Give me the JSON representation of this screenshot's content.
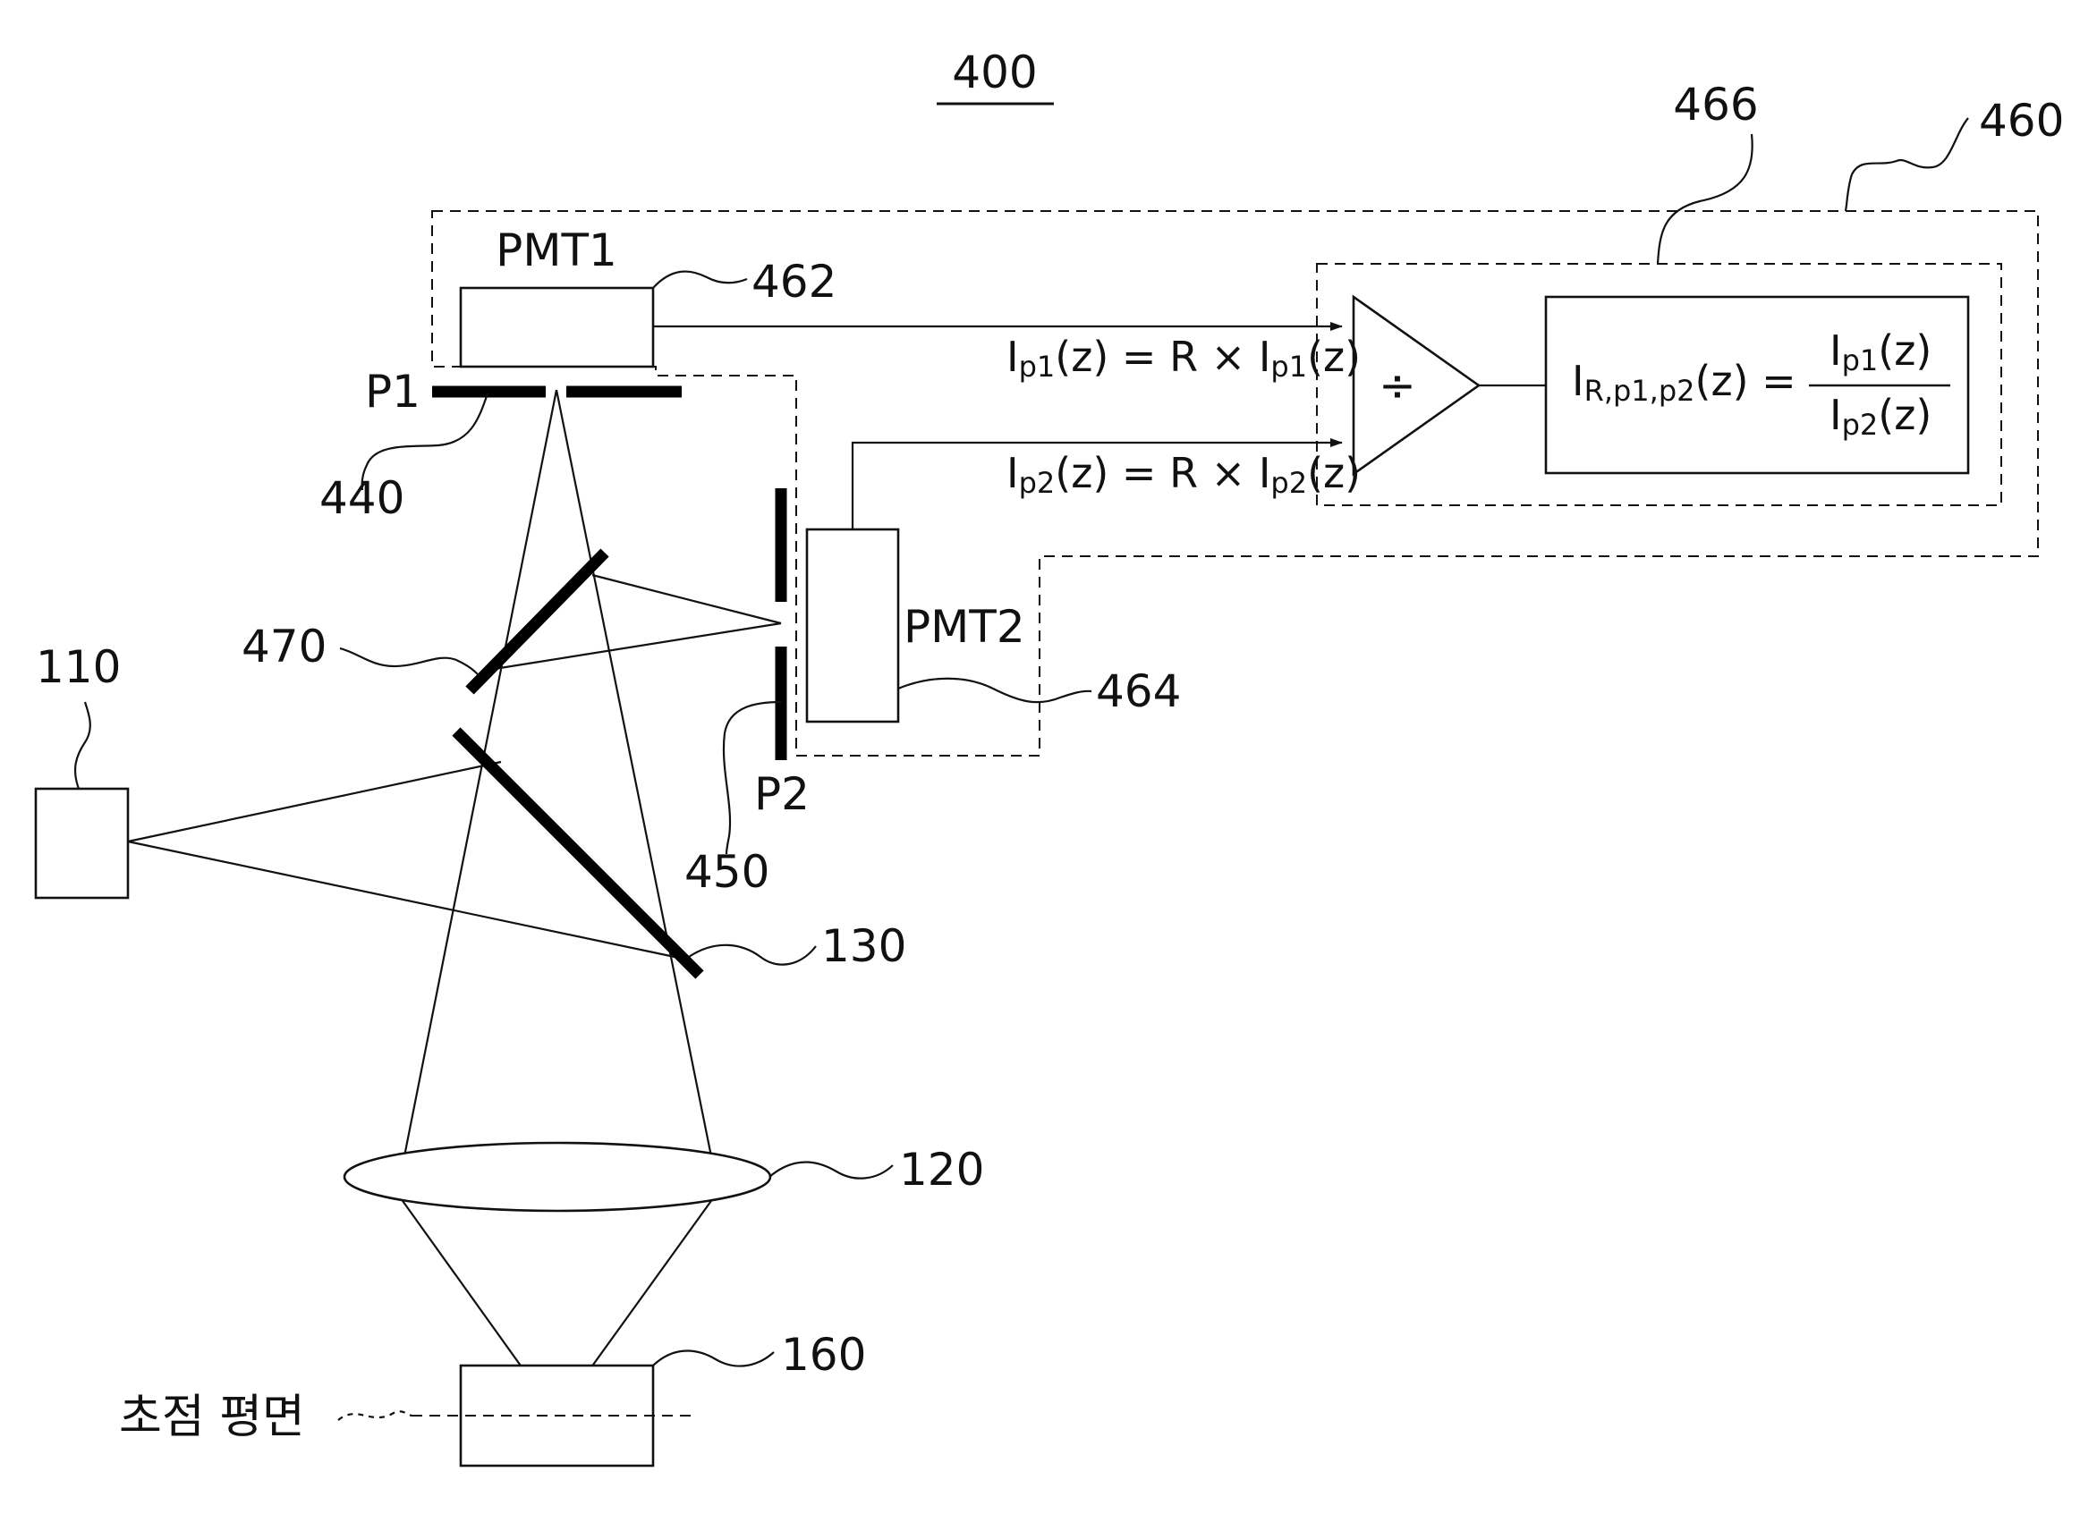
{
  "figure": {
    "number": "400"
  },
  "labels": {
    "pmt1": "PMT1",
    "pmt2": "PMT2",
    "p1": "P1",
    "p2": "P2",
    "divide_symbol": "÷",
    "focal_plane": "초점 평면"
  },
  "refs": {
    "r110": "110",
    "r120": "120",
    "r130": "130",
    "r160": "160",
    "r440": "440",
    "r450": "450",
    "r460": "460",
    "r462": "462",
    "r464": "464",
    "r466": "466",
    "r470": "470"
  },
  "equations": {
    "eq1": {
      "lhs_main": "I",
      "lhs_sub": "p1",
      "lhs_arg": "(z)",
      "op": " = R × ",
      "rhs_main": "I",
      "rhs_sub": "p1",
      "rhs_arg": "(z)"
    },
    "eq2": {
      "lhs_main": "I",
      "lhs_sub": "p2",
      "lhs_arg": "(z)",
      "op": " = R × ",
      "rhs_main": "I",
      "rhs_sub": "p2",
      "rhs_arg": "(z)"
    },
    "ratio": {
      "lhs_main": "I",
      "lhs_sub": "R,p1,p2",
      "lhs_arg": "(z) =",
      "num_main": "I",
      "num_sub": "p1",
      "num_arg": "(z)",
      "den_main": "I",
      "den_sub": "p2",
      "den_arg": "(z)"
    }
  }
}
